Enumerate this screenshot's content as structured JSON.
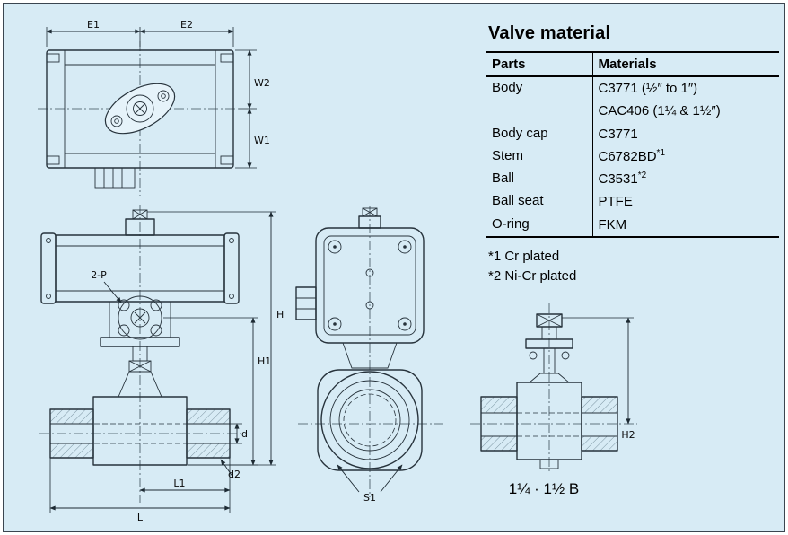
{
  "window": {
    "background_color": "#d7ebf5",
    "line_color": "#27333c"
  },
  "panel": {
    "title": "Valve material",
    "headers": [
      "Parts",
      "Materials"
    ],
    "rows": [
      {
        "part": "Body",
        "material": "C3771 (½″ to 1″)",
        "sup": ""
      },
      {
        "part": "",
        "material": "CAC406 (1¼ & 1½″)",
        "sup": ""
      },
      {
        "part": "Body cap",
        "material": "C3771",
        "sup": ""
      },
      {
        "part": "Stem",
        "material": "C6782BD",
        "sup": "*1"
      },
      {
        "part": "Ball",
        "material": "C3531",
        "sup": "*2"
      },
      {
        "part": "Ball seat",
        "material": "PTFE",
        "sup": ""
      },
      {
        "part": "O-ring",
        "material": "FKM",
        "sup": ""
      }
    ],
    "notes": [
      "*1 Cr plated",
      "*2 Ni-Cr plated"
    ]
  },
  "drawings": {
    "dims": {
      "e1": "E1",
      "e2": "E2",
      "w2": "W2",
      "w1": "W1",
      "p2": "2-P",
      "h": "H",
      "h1": "H1",
      "d": "d",
      "d2": "d2",
      "l1": "L1",
      "l": "L",
      "s1": "S1",
      "h2": "H2"
    },
    "caption": "1¼ · 1½ B"
  }
}
